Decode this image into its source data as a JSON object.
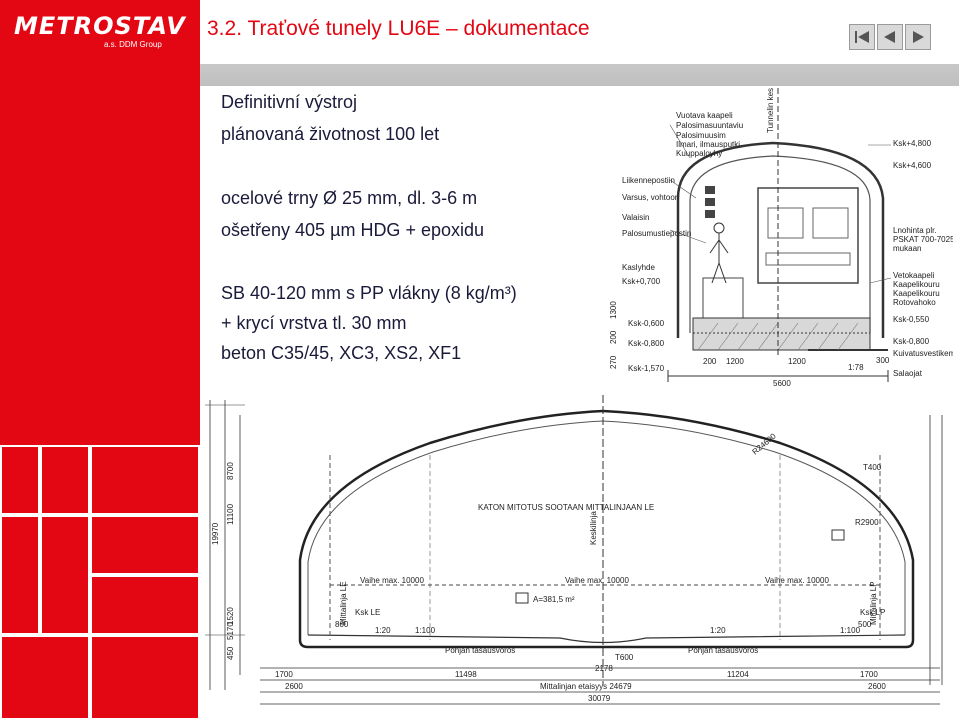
{
  "logo": {
    "brand": "METROSTAV",
    "subtitle": "a.s. DDM Group"
  },
  "header": {
    "title": "3.2. Traťové tunely LU6E – dokumentace"
  },
  "nav": {
    "first_icon": "skip-back-icon",
    "prev_icon": "prev-icon",
    "next_icon": "next-icon"
  },
  "content": {
    "line1": "Definitivní výstroj",
    "line2": "plánovaná životnost 100 let",
    "line3": "ocelové trny Ø 25 mm, dl. 3-6 m",
    "line4": "ošetřeny 405 µm HDG + epoxidu",
    "line5": "SB 40-120 mm s PP vlákny (8 kg/m³)",
    "line6": "+ krycí vrstva tl. 30 mm",
    "line7": "beton C35/45, XC3, XS2, XF1"
  },
  "colors": {
    "accent": "#e30613",
    "text": "#1a1a3a",
    "header_bar": "#c4c4c4"
  },
  "top_drawing": {
    "labels_left": [
      "Vuotava kaapeli",
      "Palosimasuuntaviu",
      "Palosimuusim",
      "Ilmari, ilmausputki",
      "Kuuppaloyhy",
      "Liikennepostiin",
      "Varsus, vohtoon",
      "Valaisin",
      "Palosumustiepostin",
      "Kaslyhde",
      "Ksk+0,700",
      "Ksk-0,600",
      "Ksk-0,800",
      "Ksk-1,570"
    ],
    "labels_right": [
      "Ksk+4,800",
      "Ksk+4,600",
      "Lnohinta plr.",
      "PSKAT 700-7025",
      "mukaan",
      "Vetokaapeli",
      "Kaapelikouru",
      "Kaapelikouru",
      "Rotovahoko",
      "Ksk-0,550",
      "Ksk-0,800",
      "Kuivatusvestikemo",
      "Salaojat"
    ],
    "dims": [
      "5600",
      "200",
      "1200",
      "1200",
      "1:78",
      "300",
      "270",
      "200",
      "1300",
      "Tunnelin keskilinja"
    ]
  },
  "bottom_drawing": {
    "center_note": "KATON MITOTUS SOOTAAN MITTALINJAAN LE",
    "area": "A=381,5 m²",
    "vaihe_labels": [
      "Vaihe max. 10000",
      "Vaihe max. 10000",
      "Vaihe max. 10000"
    ],
    "radii": [
      "R24600",
      "R2900",
      "T400",
      "T600"
    ],
    "side_labels": [
      "Mittalinja LE",
      "Keskilinja",
      "Mittalinja LP",
      "Ksk LE",
      "Ksk LP"
    ],
    "bottom_dims": [
      "1700",
      "1700",
      "2600",
      "2600",
      "11498",
      "2178",
      "11204",
      "Mittalinjan etaisyys 24679",
      "30079"
    ],
    "left_dims": [
      "8700",
      "11100",
      "19970",
      "5170",
      "1520",
      "450"
    ],
    "small_labels": [
      "800",
      "1:20",
      "1:100",
      "1:20",
      "500",
      "1:100",
      "Pohjan tasausvoros",
      "Pohjan tasausvoros"
    ]
  }
}
